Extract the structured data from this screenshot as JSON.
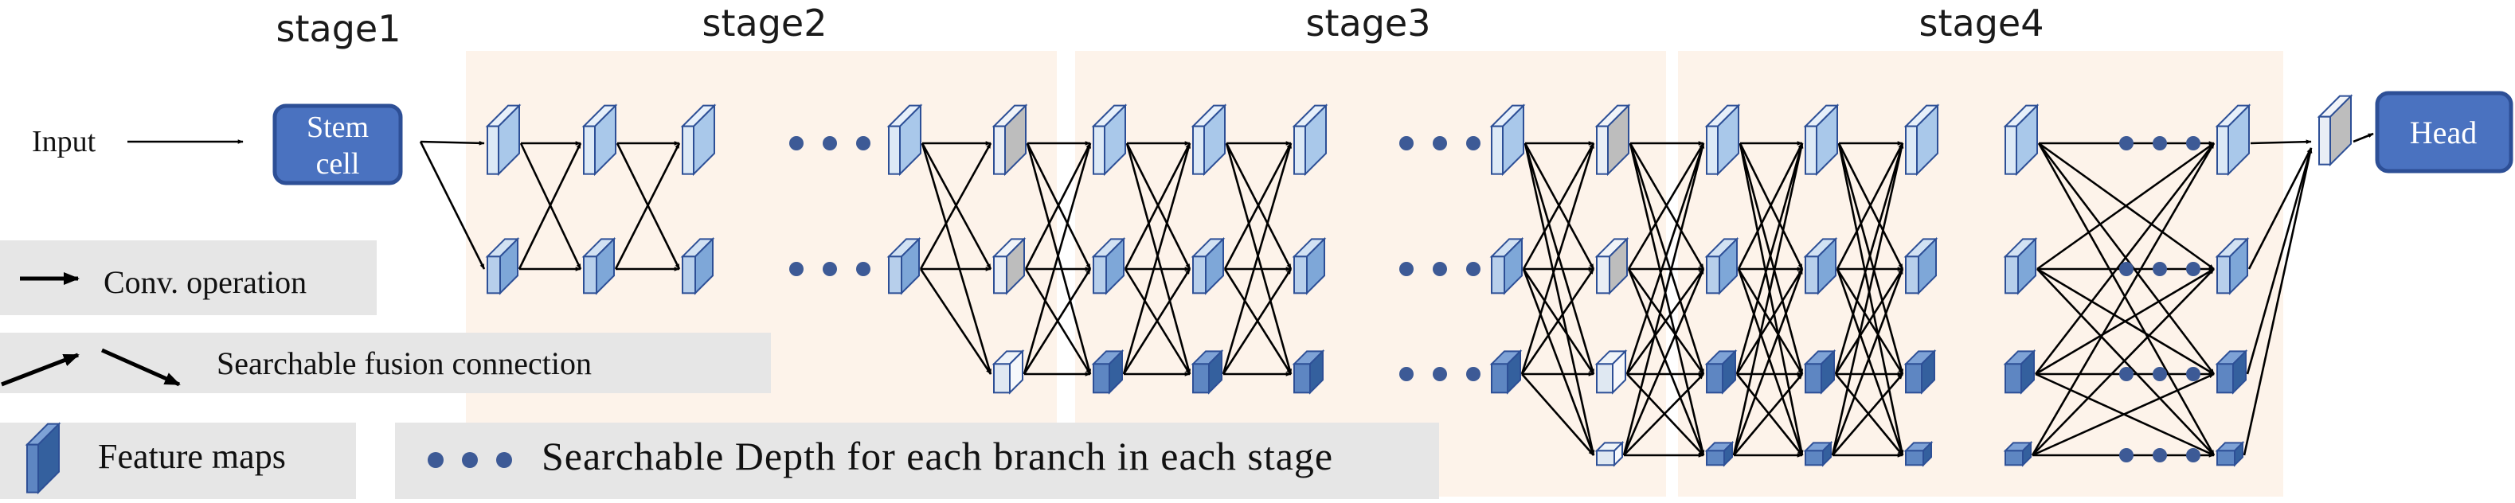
{
  "stages": [
    {
      "label": "stage1"
    },
    {
      "label": "stage2"
    },
    {
      "label": "stage3"
    },
    {
      "label": "stage4"
    }
  ],
  "input_label": "Input",
  "stem_label_line1": "Stem",
  "stem_label_line2": "cell",
  "head_label": "Head",
  "legend": {
    "conv": "Conv. operation",
    "fusion": "Searchable fusion connection",
    "feature": "Feature maps",
    "depth": "Searchable Depth for each branch in each stage"
  },
  "colors": {
    "stage_bg": "#fdf3ea",
    "legend_bg": "#e6e6e6",
    "box_fill": "#4a72c0",
    "box_stroke": "#2d4f96",
    "dot": "#3d5a96",
    "light_front": "#a9c8ea",
    "light_side": "#dce9f6",
    "mid_front": "#7ea7d8",
    "dark_front": "#34609e",
    "grey_front": "#bdbdbd"
  }
}
